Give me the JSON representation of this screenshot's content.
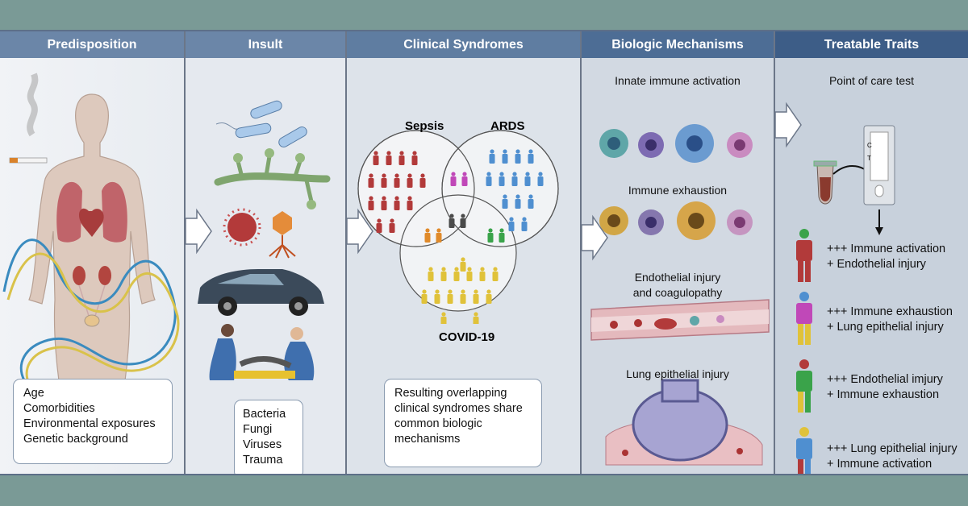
{
  "panels": {
    "predisposition": {
      "title": "Predisposition",
      "factors": [
        "Age",
        "Comorbidities",
        "Environmental exposures",
        "Genetic background"
      ]
    },
    "insult": {
      "title": "Insult",
      "types": [
        "Bacteria",
        "Fungi",
        "Viruses",
        "Trauma"
      ]
    },
    "clinical_syndromes": {
      "title": "Clinical Syndromes",
      "venn": {
        "sepsis": "Sepsis",
        "ards": "ARDS",
        "covid": "COVID-19"
      },
      "note_lines": [
        "Resulting overlapping",
        "clinical syndromes share",
        "common biologic",
        "mechanisms"
      ]
    },
    "biologic_mechanisms": {
      "title": "Biologic Mechanisms",
      "items": [
        "Innate immune activation",
        "Immune exhaustion",
        "Endothelial injury",
        "and coagulopathy",
        "Lung epithelial injury"
      ]
    },
    "treatable_traits": {
      "title": "Treatable Traits",
      "test_label": "Point of care test",
      "test_marks": [
        "C",
        "T"
      ],
      "traits": [
        {
          "line1": "+++ Immune activation",
          "line2": "+ Endothelial injury"
        },
        {
          "line1": "+++ Immune exhaustion",
          "line2": "+ Lung epithelial injury"
        },
        {
          "line1": "+++ Endothelial imjury",
          "line2": "+ Immune exhaustion"
        },
        {
          "line1": "+++ Lung epithelial injury",
          "line2": "+ Immune activation"
        }
      ]
    }
  },
  "colors": {
    "sepsis": "#b23a3a",
    "ards": "#4f8fd0",
    "covid": "#e0c23a",
    "sepsis_ards": "#c048b8",
    "sepsis_covid": "#e08a2a",
    "ards_covid": "#3aa34a",
    "all_three": "#4a4a4a"
  }
}
